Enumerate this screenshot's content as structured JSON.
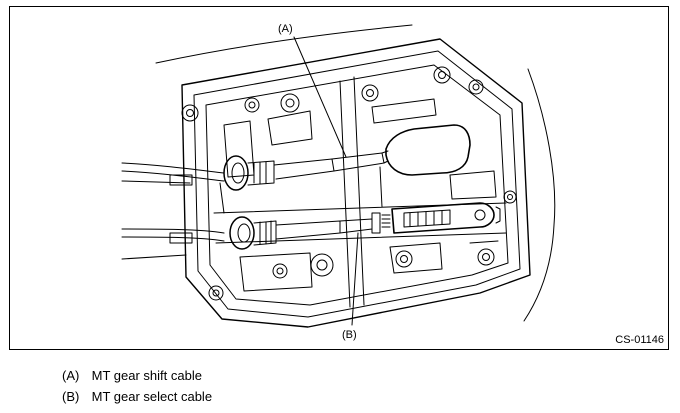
{
  "figure": {
    "callouts": [
      {
        "letter": "(A)"
      },
      {
        "letter": "(B)"
      }
    ],
    "figure_code": "CS-01146"
  },
  "legend": [
    {
      "key": "(A)",
      "text": "MT gear shift cable"
    },
    {
      "key": "(B)",
      "text": "MT gear select cable"
    }
  ]
}
